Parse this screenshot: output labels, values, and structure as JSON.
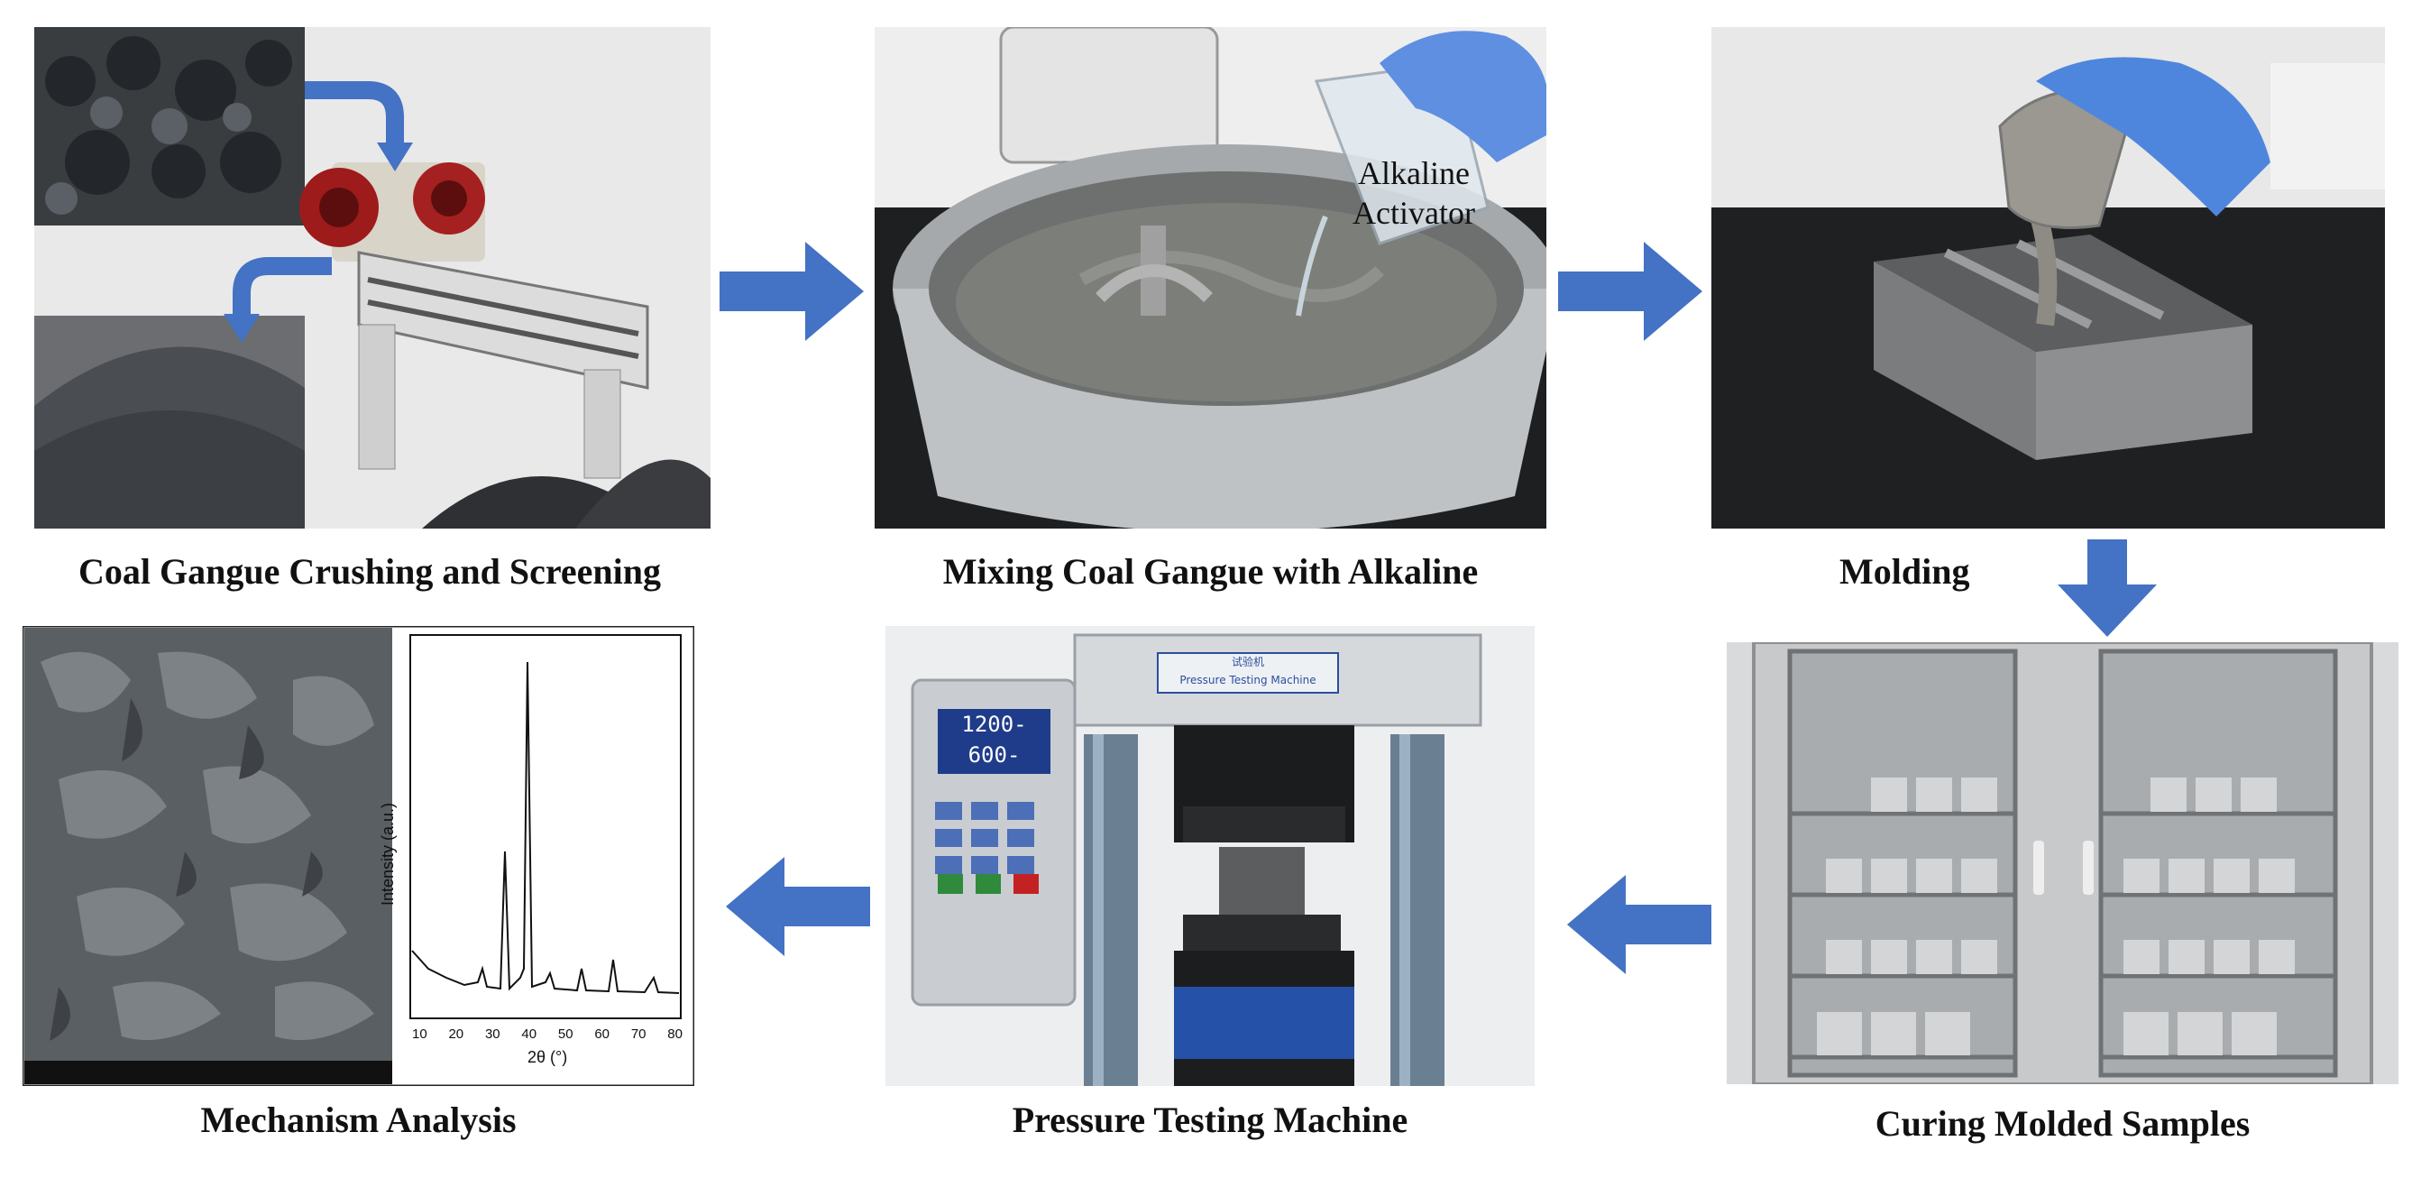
{
  "steps": [
    {
      "caption": "Coal Gangue Crushing and Screening"
    },
    {
      "caption": "Mixing Coal Gangue with Alkaline",
      "label_line1": "Alkaline",
      "label_line2": "Activator"
    },
    {
      "caption": "Molding"
    },
    {
      "caption": "Curing Molded Samples"
    },
    {
      "caption": "Pressure Testing Machine",
      "machine_label_cn": "试验机",
      "machine_label_en": "Pressure Testing Machine",
      "display_line1": "1200-",
      "display_line2": "600-"
    },
    {
      "caption": "Mechanism Analysis",
      "xrd": {
        "ylabel": "Intensity (a.u.)",
        "xlabel": "2θ (°)",
        "xticks": [
          "10",
          "20",
          "30",
          "40",
          "50",
          "60",
          "70",
          "80"
        ]
      }
    }
  ],
  "colors": {
    "arrow": "#4472c4",
    "caption": "#111111"
  }
}
